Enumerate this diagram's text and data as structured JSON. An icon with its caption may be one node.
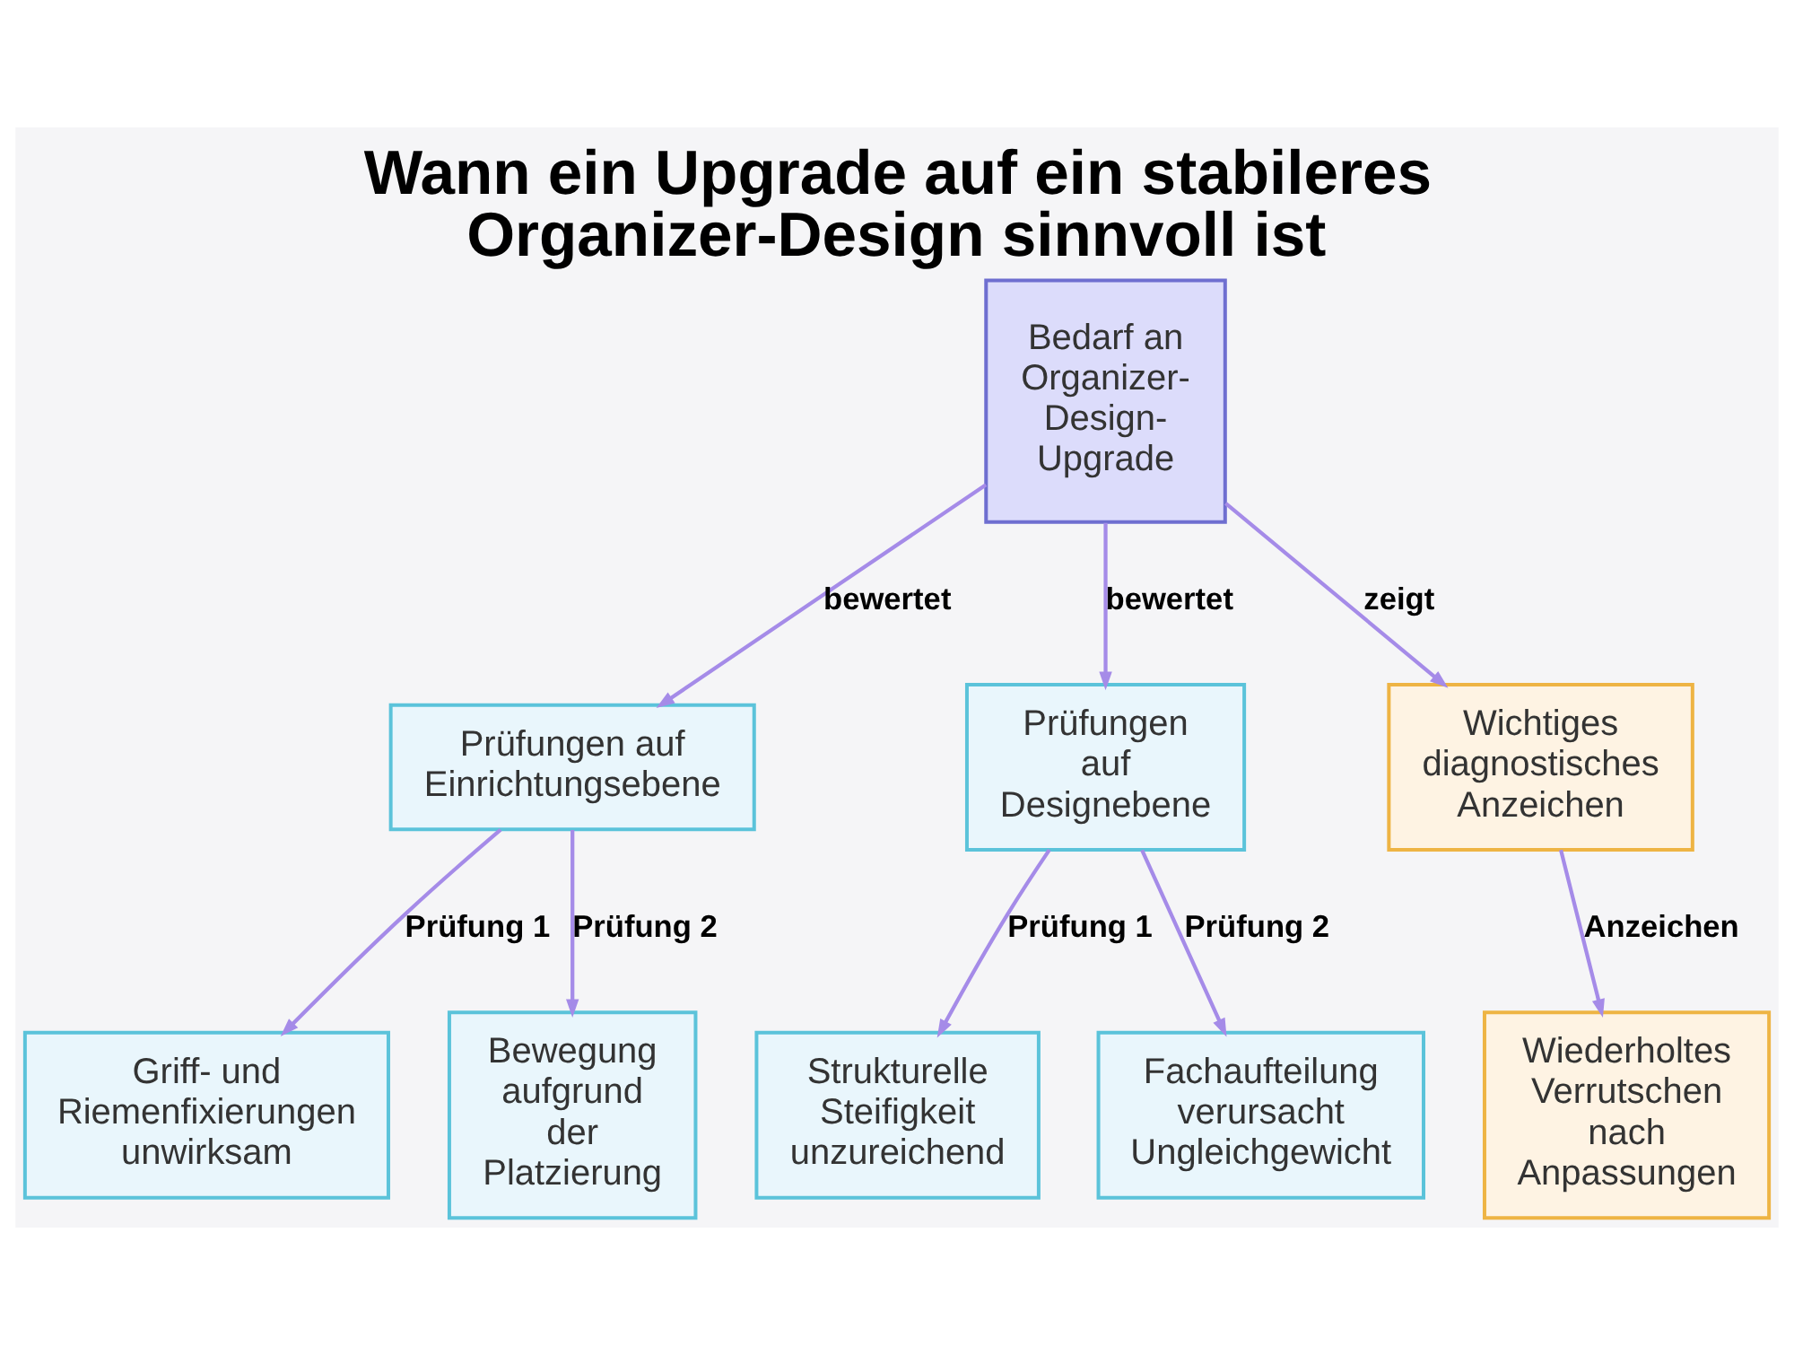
{
  "diagram": {
    "title": "Wann ein Upgrade auf ein stabileres Organizer-Design sinnvoll ist",
    "nodes": [
      {
        "text": [
          "Bedarf an Organizer-Design-Upgrade"
        ]
      },
      {
        "text": [
          "Prüfungen auf Einrichtungsebene"
        ]
      },
      {
        "text": [
          "Prüfungen auf Designebene"
        ]
      },
      {
        "text": [
          "Wichtiges diagnostisches Anzeichen"
        ]
      },
      {
        "text": [
          "Griff- und Riemenfixierungen unwirksam"
        ]
      },
      {
        "text": [
          "Bewegung aufgrund der Platzierung"
        ]
      },
      {
        "text": [
          "Strukturelle Steifigkeit unzureichend"
        ]
      },
      {
        "text": [
          "Fachaufteilung verursacht Ungleichgewicht"
        ]
      },
      {
        "text": [
          "Wiederholtes Verrutschen nach Anpassungen"
        ]
      }
    ],
    "edges": [
      {
        "from": 0,
        "to": 1,
        "arrow": "to",
        "label": "bewertet"
      },
      {
        "from": 0,
        "to": 2,
        "arrow": "to",
        "label": "bewertet"
      },
      {
        "from": 0,
        "to": 3,
        "arrow": "to",
        "label": "zeigt"
      },
      {
        "from": 1,
        "to": 4,
        "arrow": "to",
        "label": "Prüfung 1"
      },
      {
        "from": 1,
        "to": 5,
        "arrow": "to",
        "label": "Prüfung 2"
      },
      {
        "from": 2,
        "to": 6,
        "arrow": "to",
        "label": "Prüfung 1"
      },
      {
        "from": 2,
        "to": 7,
        "arrow": "to",
        "label": "Prüfung 2"
      },
      {
        "from": 3,
        "to": 8,
        "arrow": "to",
        "label": "Anzeichen"
      }
    ]
  }
}
